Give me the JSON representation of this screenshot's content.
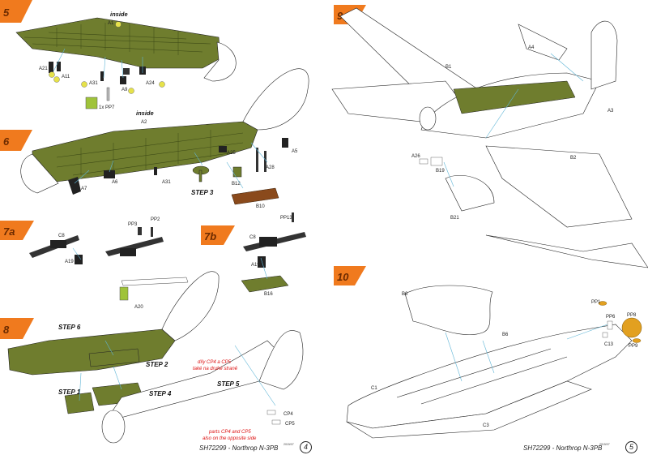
{
  "colors": {
    "interior_green": "#6f7d2e",
    "flag_orange": "#f07a1e",
    "lead_line": "#5fb5d6",
    "callout_yellow": "#e6e24a",
    "note_red": "#d11a1a",
    "wood": "#8a4a1c",
    "prop_gold": "#e2a020"
  },
  "left_page": {
    "steps": [
      "5",
      "6",
      "7a",
      "7b",
      "8"
    ],
    "inside_label_1": "inside",
    "inside_label_2": "inside",
    "step_labels": [
      "STEP 3",
      "STEP 6",
      "STEP 2",
      "STEP 1",
      "STEP 4",
      "STEP 5"
    ],
    "part_labels": {
      "s5": [
        "A1",
        "A21",
        "A11",
        "A31",
        "A9",
        "A24",
        "1x PP7"
      ],
      "s6": [
        "A2",
        "A25",
        "A5",
        "A28",
        "A7",
        "A6",
        "A31",
        "B12",
        "B10"
      ],
      "s7a": [
        "C8",
        "A19",
        "PP3",
        "PP2"
      ],
      "s7b": [
        "C8",
        "PP13",
        "A19",
        "B16"
      ],
      "s8": [
        "A20",
        "CP4",
        "CP5"
      ]
    },
    "note_cz": [
      "díly CP4 a CP5",
      "také na druhé straně"
    ],
    "note_en": [
      "parts CP4 and CP5",
      "also on the opposite side"
    ],
    "footer": "SH72299 - Northrop N-3PB",
    "footer_small": "2015/07",
    "page_number": "4"
  },
  "right_page": {
    "steps": [
      "9",
      "10"
    ],
    "part_labels": {
      "s9": [
        "A4",
        "B1",
        "A3",
        "A26",
        "B19",
        "B2",
        "B21"
      ],
      "s10": [
        "B6",
        "B6",
        "C1",
        "C3",
        "PP1",
        "PP6",
        "PP8",
        "C13",
        "PP9"
      ]
    },
    "footer": "SH72299 - Northrop N-3PB",
    "footer_small": "2015/07",
    "page_number": "5"
  }
}
